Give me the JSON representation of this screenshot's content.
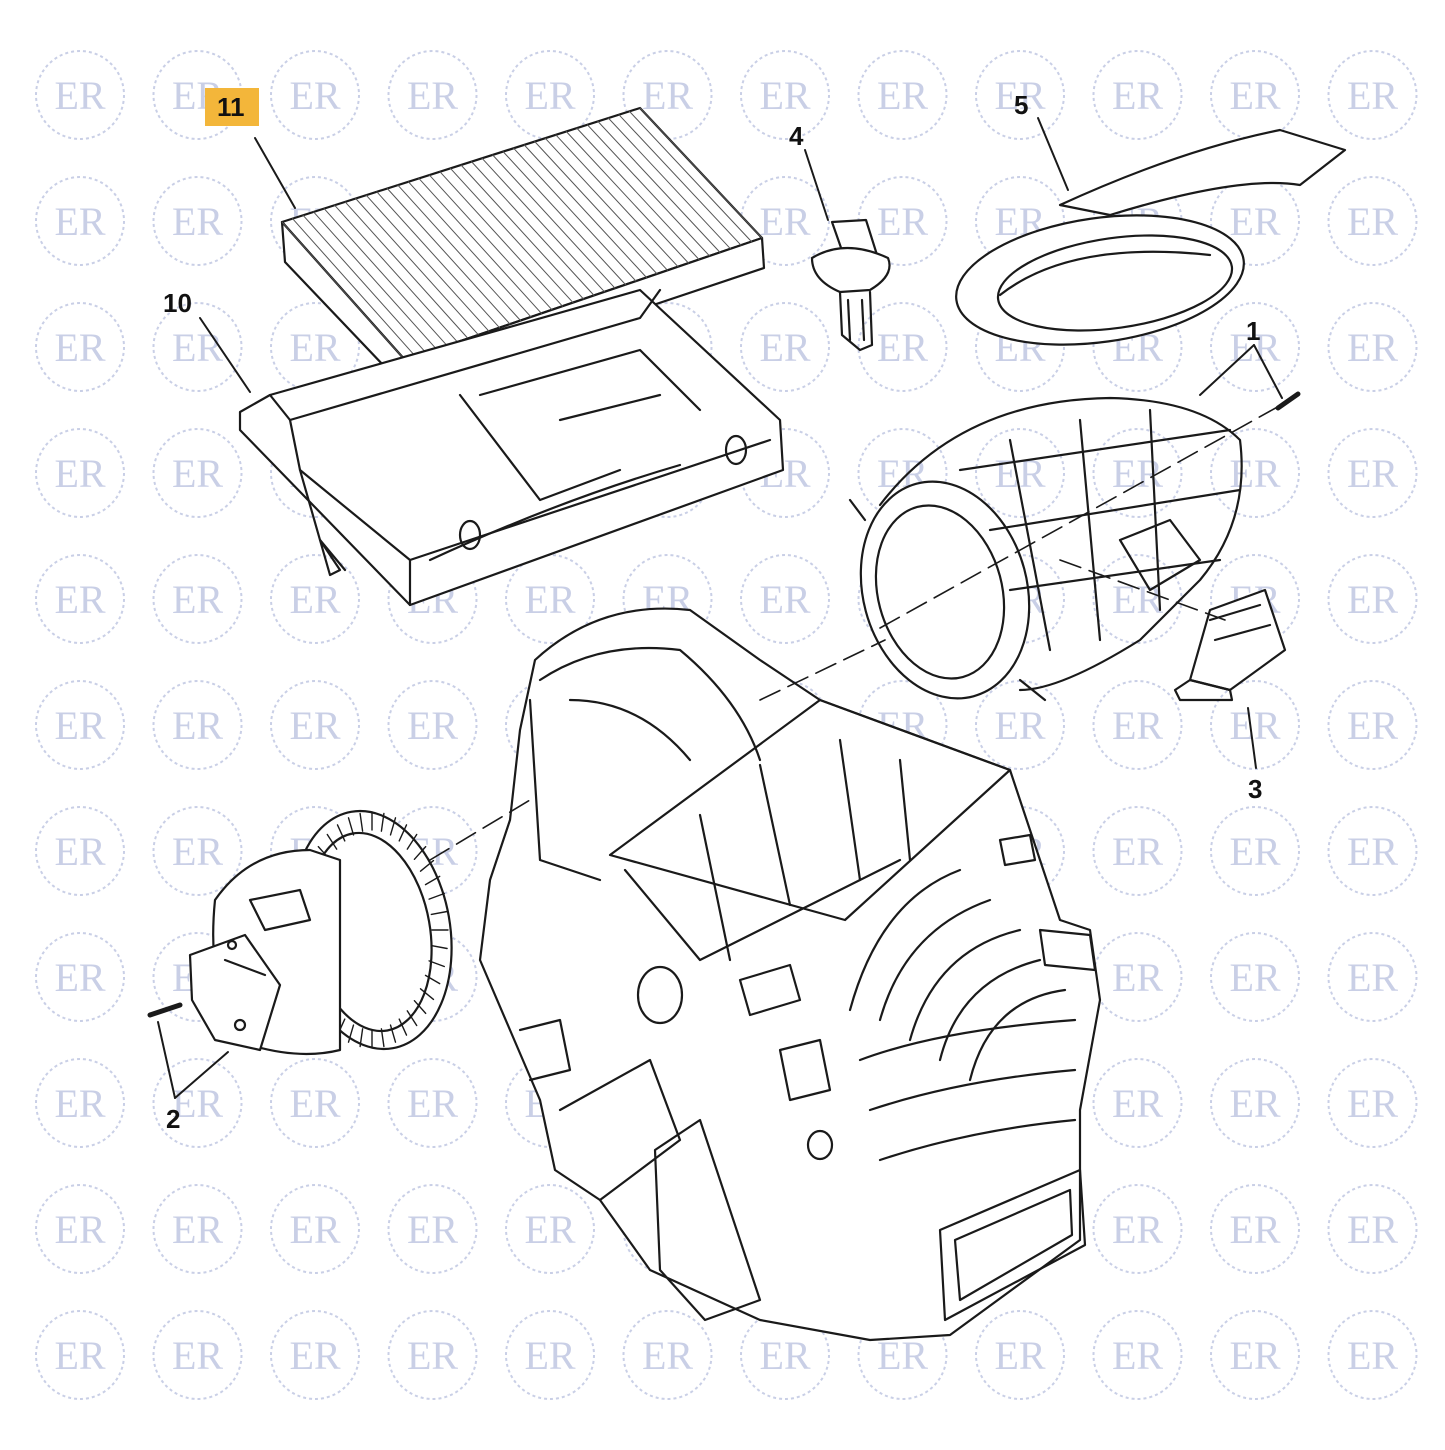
{
  "diagram": {
    "highlight_color": "#f3b63a",
    "line_color": "#1a1a1a",
    "watermark": {
      "text": "ER",
      "color": "#c9cfe6"
    },
    "callouts": [
      {
        "id": "1",
        "label": "1"
      },
      {
        "id": "2",
        "label": "2"
      },
      {
        "id": "3",
        "label": "3"
      },
      {
        "id": "4",
        "label": "4"
      },
      {
        "id": "5",
        "label": "5"
      },
      {
        "id": "10",
        "label": "10"
      },
      {
        "id": "11",
        "label": "11",
        "highlighted": true
      }
    ]
  }
}
